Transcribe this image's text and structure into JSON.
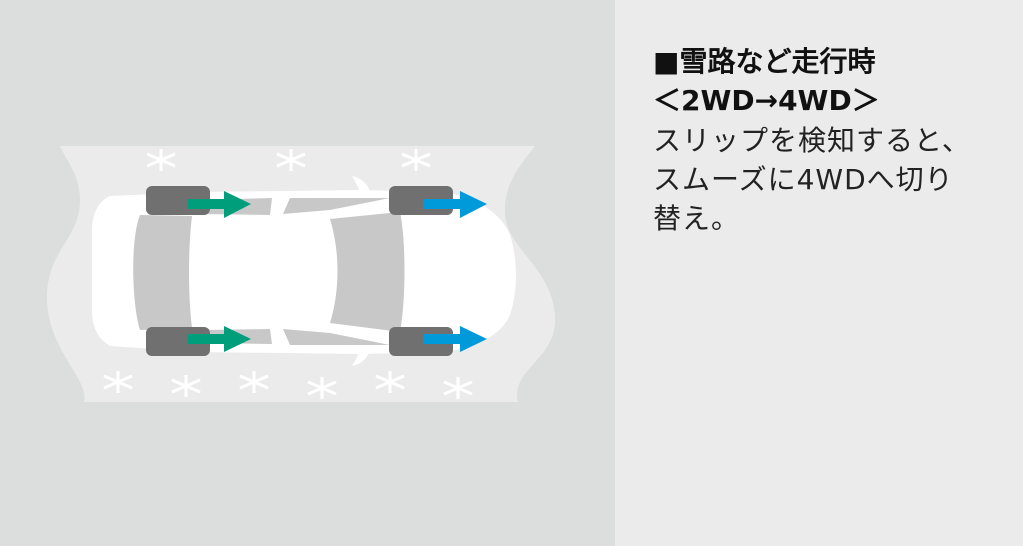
{
  "heading": {
    "line1": "■雪路など走行時",
    "line2": "＜2WD→4WD＞"
  },
  "description": {
    "line1": "スリップを検知すると、",
    "line2": "スムーズに4WDへ切り",
    "line3": "替え。"
  },
  "colors": {
    "rear_arrow": "#009e7b",
    "front_arrow": "#0099d9",
    "tire": "#717071",
    "background": "#dcdddd",
    "road": "#ebebeb"
  }
}
